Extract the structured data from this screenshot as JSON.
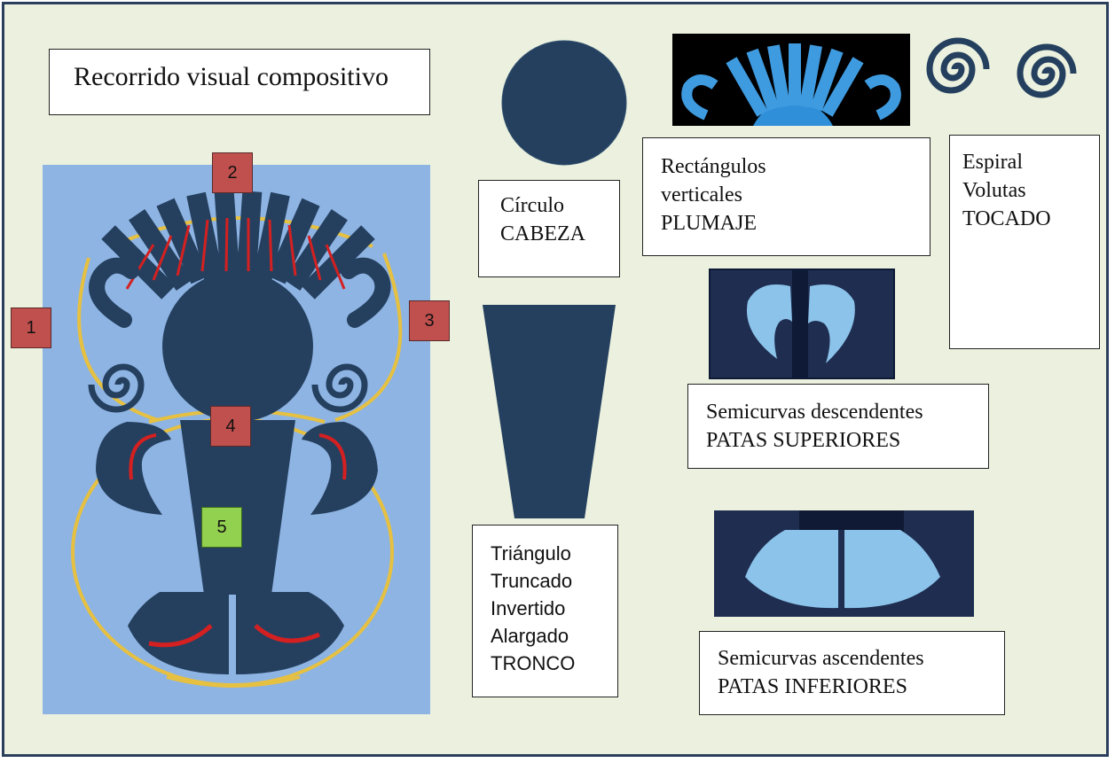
{
  "title": "Recorrido visual compositivo",
  "labels": {
    "circulo": "Círculo\nCABEZA",
    "rectangulos": "Rectángulos\nverticales\nPLUMAJE",
    "espiral": "Espiral\nVolutas\nTOCADO",
    "triangulo": "Triángulo\nTruncado\nInvertido\nAlargado\nTRONCO",
    "semicurvas_desc": "Semicurvas descendentes\nPATAS SUPERIORES",
    "semicurvas_asc": "Semicurvas ascendentes\nPATAS INFERIORES"
  },
  "markers": [
    "1",
    "2",
    "3",
    "4",
    "5"
  ],
  "colors": {
    "background": "#ebf1de",
    "figure_panel": "#8eb4e3",
    "shape_navy": "#25405f",
    "marker_red": "#c0504d",
    "marker_green": "#92d050",
    "guide_yellow": "#e6c040",
    "arrow_red": "#d42020",
    "photo_dark": "#0d1630",
    "photo_light": "#8cc3ea"
  }
}
